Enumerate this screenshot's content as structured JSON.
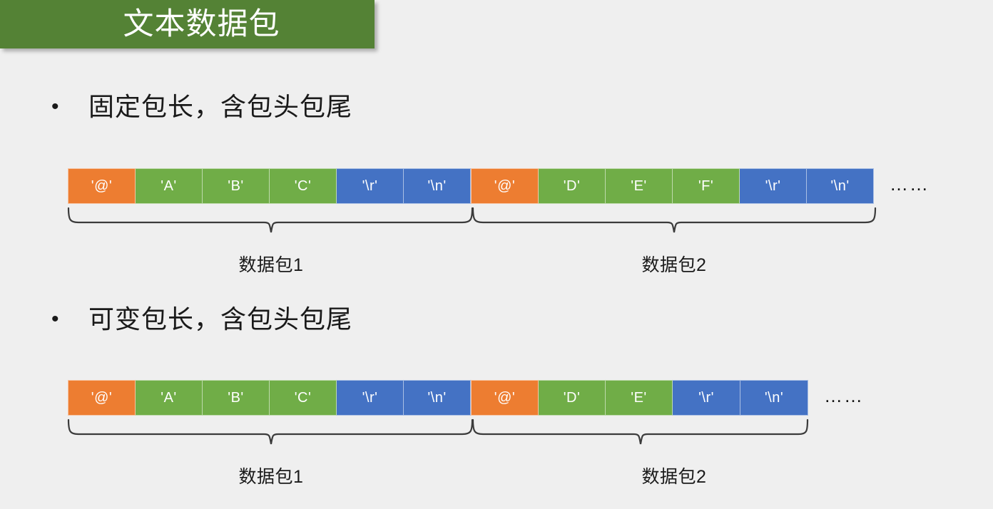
{
  "slide": {
    "title": "文本数据包",
    "background_color": "#efefef",
    "title_banner_color": "#548235",
    "title_text_color": "#ffffff"
  },
  "palette": {
    "header_byte": "#ed7d31",
    "payload_byte": "#70ad47",
    "tail_byte": "#4472c4"
  },
  "bullets": [
    {
      "marker": "•",
      "text": "固定包长，含包头包尾"
    },
    {
      "marker": "•",
      "text": "可变包长，含包头包尾"
    }
  ],
  "diagrams": [
    {
      "name": "fixed-length-packet-diagram",
      "ellipsis": "……",
      "packets": [
        {
          "caption": "数据包1",
          "cells": [
            {
              "label": "'@'",
              "role": "header",
              "color": "#ed7d31"
            },
            {
              "label": "'A'",
              "role": "payload",
              "color": "#70ad47"
            },
            {
              "label": "'B'",
              "role": "payload",
              "color": "#70ad47"
            },
            {
              "label": "'C'",
              "role": "payload",
              "color": "#70ad47"
            },
            {
              "label": "'\\r'",
              "role": "tail",
              "color": "#4472c4"
            },
            {
              "label": "'\\n'",
              "role": "tail",
              "color": "#4472c4"
            }
          ]
        },
        {
          "caption": "数据包2",
          "cells": [
            {
              "label": "'@'",
              "role": "header",
              "color": "#ed7d31"
            },
            {
              "label": "'D'",
              "role": "payload",
              "color": "#70ad47"
            },
            {
              "label": "'E'",
              "role": "payload",
              "color": "#70ad47"
            },
            {
              "label": "'F'",
              "role": "payload",
              "color": "#70ad47"
            },
            {
              "label": "'\\r'",
              "role": "tail",
              "color": "#4472c4"
            },
            {
              "label": "'\\n'",
              "role": "tail",
              "color": "#4472c4"
            }
          ]
        }
      ]
    },
    {
      "name": "variable-length-packet-diagram",
      "ellipsis": "……",
      "packets": [
        {
          "caption": "数据包1",
          "cells": [
            {
              "label": "'@'",
              "role": "header",
              "color": "#ed7d31"
            },
            {
              "label": "'A'",
              "role": "payload",
              "color": "#70ad47"
            },
            {
              "label": "'B'",
              "role": "payload",
              "color": "#70ad47"
            },
            {
              "label": "'C'",
              "role": "payload",
              "color": "#70ad47"
            },
            {
              "label": "'\\r'",
              "role": "tail",
              "color": "#4472c4"
            },
            {
              "label": "'\\n'",
              "role": "tail",
              "color": "#4472c4"
            }
          ]
        },
        {
          "caption": "数据包2",
          "cells": [
            {
              "label": "'@'",
              "role": "header",
              "color": "#ed7d31"
            },
            {
              "label": "'D'",
              "role": "payload",
              "color": "#70ad47"
            },
            {
              "label": "'E'",
              "role": "payload",
              "color": "#70ad47"
            },
            {
              "label": "'\\r'",
              "role": "tail",
              "color": "#4472c4"
            },
            {
              "label": "'\\n'",
              "role": "tail",
              "color": "#4472c4"
            }
          ]
        }
      ]
    }
  ]
}
